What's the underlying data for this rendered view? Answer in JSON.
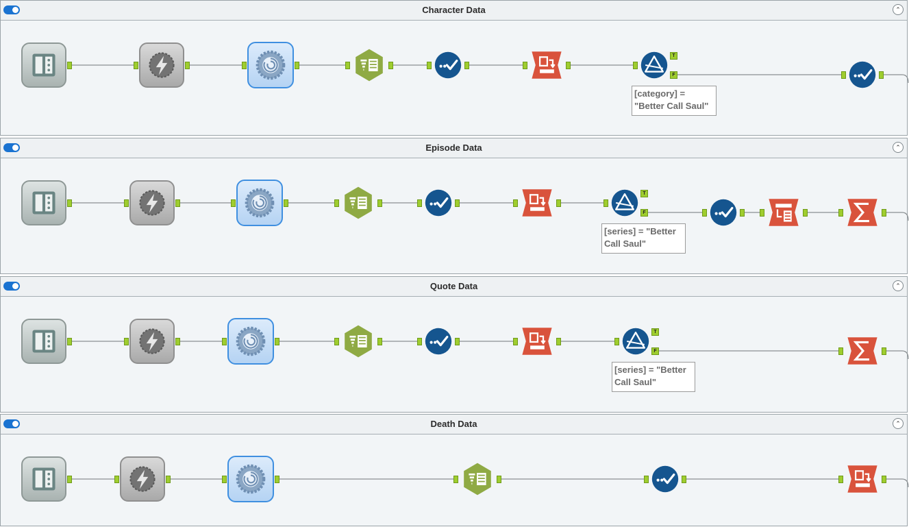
{
  "containers": [
    {
      "title": "Character Data",
      "filter_expression": "[category] = \"Better Call Saul\""
    },
    {
      "title": "Episode Data",
      "filter_expression": "[series] = \"Better Call Saul\""
    },
    {
      "title": "Quote Data",
      "filter_expression": "[series] = \"Better Call Saul\""
    },
    {
      "title": "Death Data"
    }
  ],
  "anchor_labels": {
    "true": "T",
    "false": "F"
  },
  "icons": {
    "toggle": "toggle-switch-icon",
    "collapse": "collapse-chevron-icon",
    "input": "book-input-icon",
    "dynamic": "lightning-dynamic-icon",
    "macro": "gear-macro-icon",
    "select": "select-columns-icon",
    "auto": "auto-field-check-icon",
    "transpose": "transpose-icon",
    "filter": "filter-triangle-icon",
    "crosstab": "cross-tab-icon",
    "summarize": "sigma-summarize-icon"
  },
  "colors": {
    "toggle": "#1a73d1",
    "anchor": "#9fcd2f",
    "select": "#8faa44",
    "auto": "#15558f",
    "transform": "#d9533c",
    "selected_border": "#3f8fe0"
  }
}
